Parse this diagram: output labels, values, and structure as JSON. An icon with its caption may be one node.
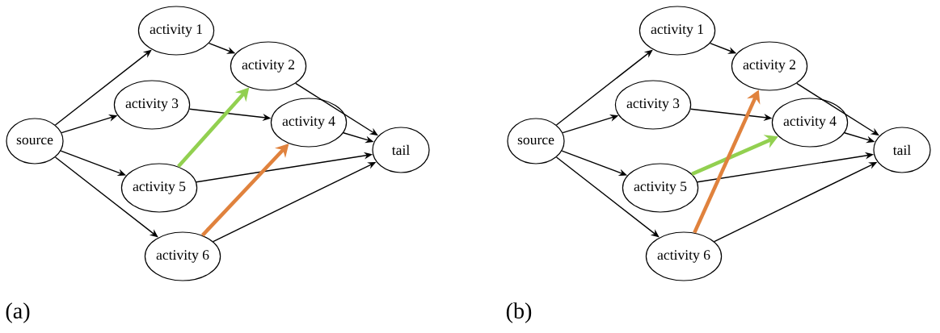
{
  "diagram": {
    "nodes": [
      {
        "text": [
          "source"
        ]
      },
      {
        "text": [
          "activity 1"
        ]
      },
      {
        "text": [
          "activity 2"
        ]
      },
      {
        "text": [
          "activity 3"
        ]
      },
      {
        "text": [
          "activity 4"
        ]
      },
      {
        "text": [
          "activity 5"
        ]
      },
      {
        "text": [
          "activity 6"
        ]
      },
      {
        "text": [
          "tail"
        ]
      },
      {
        "text": [
          "source"
        ]
      },
      {
        "text": [
          "activity 1"
        ]
      },
      {
        "text": [
          "activity 2"
        ]
      },
      {
        "text": [
          "activity 3"
        ]
      },
      {
        "text": [
          "activity 4"
        ]
      },
      {
        "text": [
          "activity 5"
        ]
      },
      {
        "text": [
          "activity 6"
        ]
      },
      {
        "text": [
          "tail"
        ]
      }
    ],
    "edges": [
      {
        "from": 0,
        "to": 1,
        "arrow": "to"
      },
      {
        "from": 0,
        "to": 3,
        "arrow": "to"
      },
      {
        "from": 0,
        "to": 5,
        "arrow": "to"
      },
      {
        "from": 0,
        "to": 6,
        "arrow": "to"
      },
      {
        "from": 1,
        "to": 2,
        "arrow": "to"
      },
      {
        "from": 2,
        "to": 7,
        "arrow": "to"
      },
      {
        "from": 3,
        "to": 4,
        "arrow": "to"
      },
      {
        "from": 4,
        "to": 7,
        "arrow": "to"
      },
      {
        "from": 5,
        "to": 7,
        "arrow": "to"
      },
      {
        "from": 6,
        "to": 7,
        "arrow": "to"
      },
      {
        "from": 5,
        "to": 2,
        "arrow": "to",
        "style": "thick",
        "color": "#92d050"
      },
      {
        "from": 6,
        "to": 4,
        "arrow": "to",
        "style": "thick",
        "color": "#e0823d"
      },
      {
        "from": 8,
        "to": 9,
        "arrow": "to"
      },
      {
        "from": 8,
        "to": 11,
        "arrow": "to"
      },
      {
        "from": 8,
        "to": 13,
        "arrow": "to"
      },
      {
        "from": 8,
        "to": 14,
        "arrow": "to"
      },
      {
        "from": 9,
        "to": 10,
        "arrow": "to"
      },
      {
        "from": 10,
        "to": 15,
        "arrow": "to"
      },
      {
        "from": 11,
        "to": 12,
        "arrow": "to"
      },
      {
        "from": 12,
        "to": 15,
        "arrow": "to"
      },
      {
        "from": 13,
        "to": 15,
        "arrow": "to"
      },
      {
        "from": 14,
        "to": 15,
        "arrow": "to"
      },
      {
        "from": 13,
        "to": 12,
        "arrow": "to",
        "style": "thick",
        "color": "#92d050"
      },
      {
        "from": 14,
        "to": 10,
        "arrow": "to",
        "style": "thick",
        "color": "#e0823d"
      }
    ],
    "labels": [
      "(a)",
      "(b)"
    ]
  }
}
